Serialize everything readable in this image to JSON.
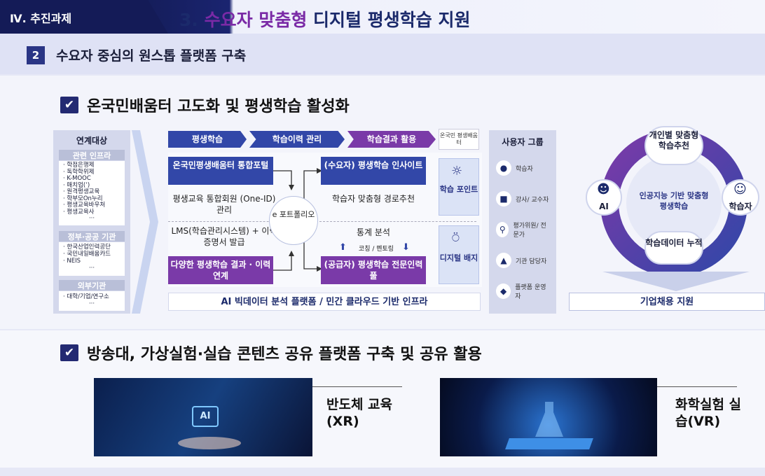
{
  "header": {
    "section": "Ⅳ. 추진과제",
    "title_prefix": "3. ",
    "title_highlight": "수요자 맞춤형",
    "title_rest": " 디지털 평생학습 지원"
  },
  "subheader": {
    "num": "2",
    "title": "수요자 중심의 원스톱 플랫폼 구축"
  },
  "sec1": {
    "check": "✔",
    "title": "온국민배움터 고도화 및 평생학습 활성화",
    "link_col": {
      "title": "연계대상",
      "g1_title": "관련 인프라",
      "g1_items": [
        "· 학점은행제",
        "· 독학학위제",
        "· K-MOOC",
        "· 매치업(’)",
        "· 원격평생교육",
        "· 학부모On누리",
        "· 평생교육바우처",
        "· 평생교육사",
        "···"
      ],
      "g2_title": "정부·공공 기관",
      "g2_items": [
        "· 한국산업인력공단",
        "· 국민내일배움카드",
        "· NEIS",
        "···"
      ],
      "g3_title": "외부기관",
      "g3_items": [
        "· 대학/기업/연구소",
        "···"
      ]
    },
    "flow": {
      "a": "평생학습",
      "b": "학습이력 관리",
      "c": "학습결과 활용",
      "logo": "온국민 평생배움터"
    },
    "portal": "온국민평생배움터 통합포털",
    "onesid": "평생교육 통합회원 (One-ID) 관리",
    "lms": "LMS(학습관리시스템) + 이력증명서 발급",
    "diverse": "다양한 평생학습 결과 · 이력 연계",
    "eport": "e 포트폴리오",
    "insight": "(수요자) 평생학습 인사이트",
    "path": "학습자 맞춤형 경로추천",
    "stat": "통계 분석",
    "coach": "코칭 / 멘토링",
    "supplier": "(공급자) 평생학습 전문인력풀",
    "point": "학습 포인트",
    "badge": "디지털 배지",
    "infra": "AI 빅데이터 분석 플랫폼 / 민간 클라우드 기반 인프라",
    "users_title": "사용자 그룹",
    "users": [
      "학습자",
      "강사/ 교수자",
      "평가위원/ 전문가",
      "기관 담당자",
      "플랫폼 운영자"
    ],
    "ring": {
      "top": "개인별 맞춤형 학습추천",
      "left": "AI",
      "right": "학습자",
      "bottom": "학습데이터 누적",
      "center": "인공지능 기반 맞춤형 평생학습"
    },
    "support": "기업채용 지원"
  },
  "sec2": {
    "check": "✔",
    "title": "방송대, 가상실험·실습 콘텐츠 공유 플랫폼 구축 및 공유 활용",
    "cap1": "반도체 교육 (XR)",
    "img1_label": "AI",
    "cap2": "화학실험 실습(VR)"
  },
  "colors": {
    "navy": "#1b2a6b",
    "purple": "#7a2aa6",
    "blue": "#3247a8"
  }
}
